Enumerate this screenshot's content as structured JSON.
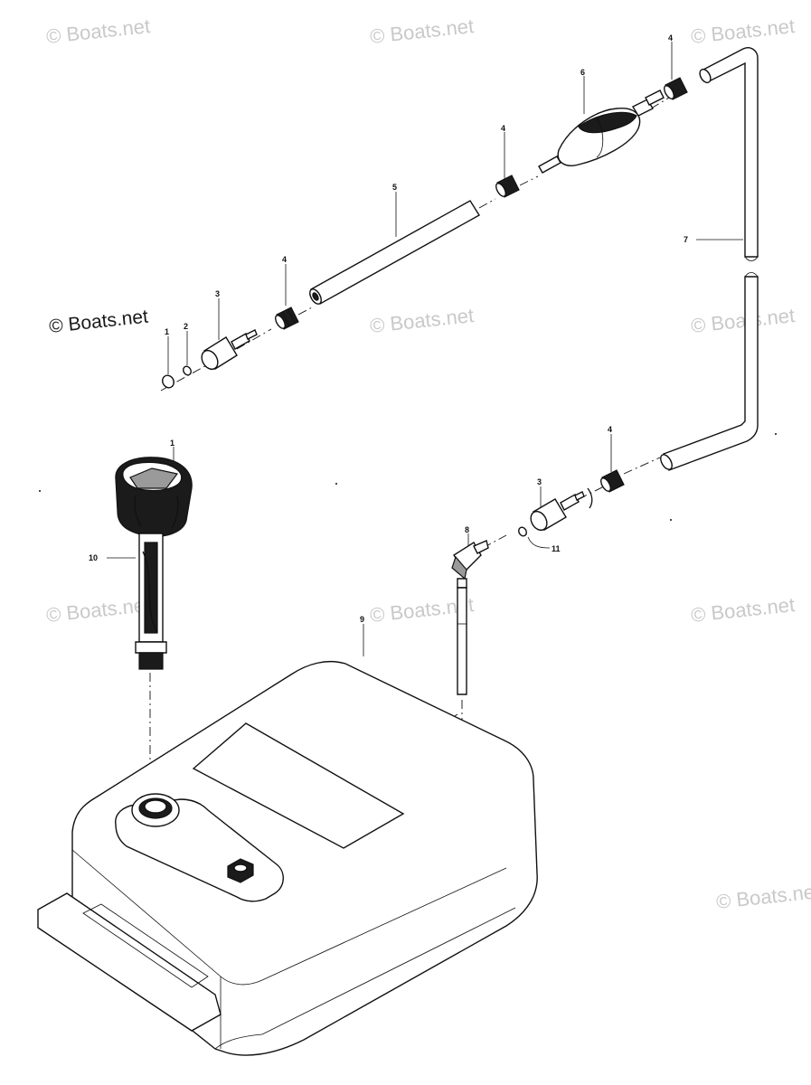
{
  "watermarks": {
    "text": "© Boats.net",
    "dark_text": "© Boats.net"
  },
  "callouts": {
    "c1_top": "1",
    "c1_cap": "1",
    "c2": "2",
    "c3_upper": "3",
    "c3_lower": "3",
    "c4_a": "4",
    "c4_b": "4",
    "c4_c": "4",
    "c4_d": "4",
    "c5": "5",
    "c6": "6",
    "c7": "7",
    "c8": "8",
    "c9": "9",
    "c10": "10",
    "c11": "11"
  }
}
